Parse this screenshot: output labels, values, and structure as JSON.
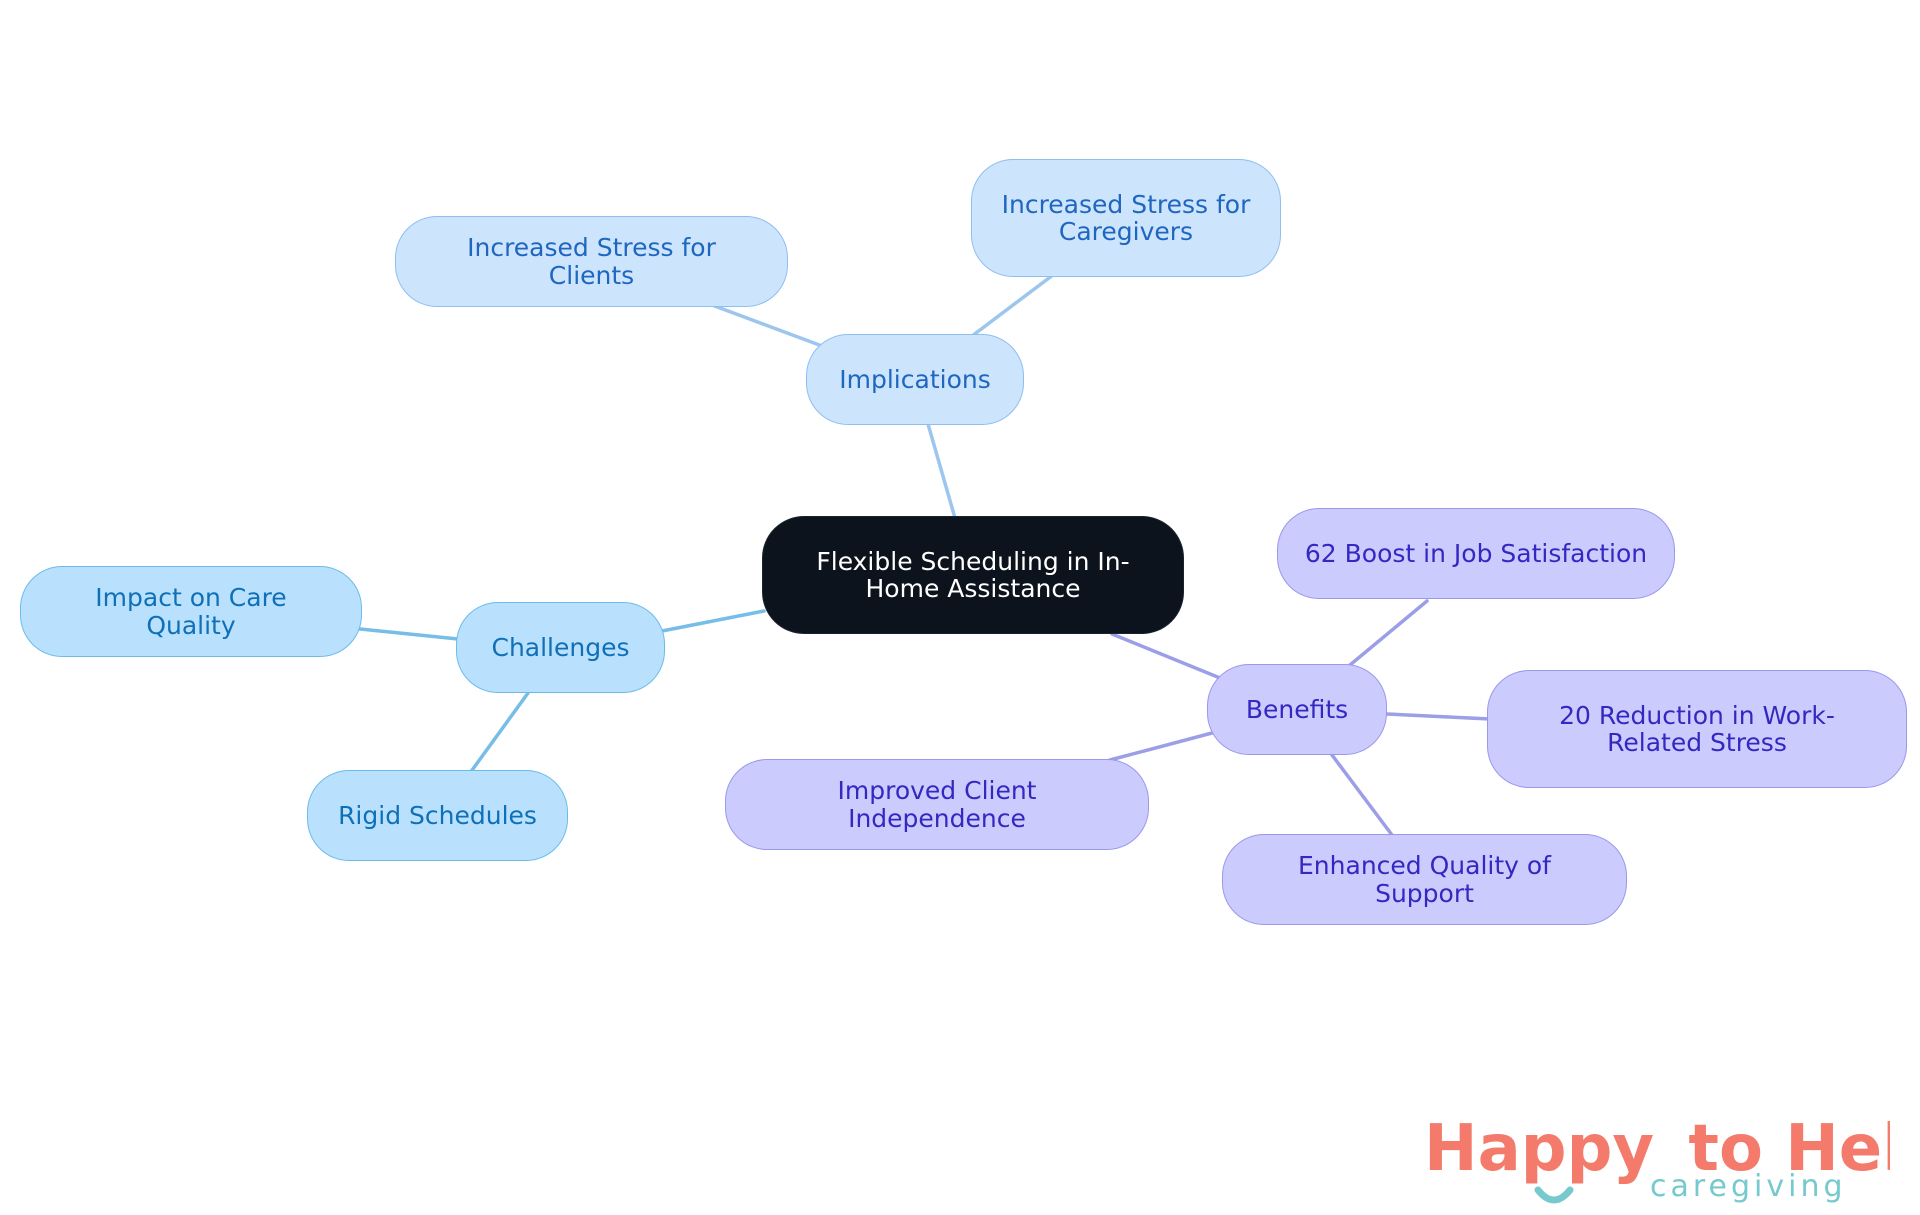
{
  "mindmap": {
    "center": "Flexible Scheduling in In-Home Assistance",
    "branches": {
      "implications": {
        "label": "Implications",
        "children": [
          "Increased Stress for Clients",
          "Increased Stress for Caregivers"
        ]
      },
      "challenges": {
        "label": "Challenges",
        "children": [
          "Impact on Care Quality",
          "Rigid Schedules"
        ]
      },
      "benefits": {
        "label": "Benefits",
        "children": [
          "62 Boost in Job Satisfaction",
          "20 Reduction in Work-Related Stress",
          "Improved Client Independence",
          "Enhanced Quality of Support"
        ]
      }
    }
  },
  "colors": {
    "implications_edge": "#9cc6ee",
    "challenges_edge": "#76bde8",
    "benefits_edge": "#9c9ee8"
  },
  "logo": {
    "word_happy": "Happy",
    "word_to_help": "to Help",
    "subtitle": "caregiving",
    "icon": "smile-icon"
  }
}
